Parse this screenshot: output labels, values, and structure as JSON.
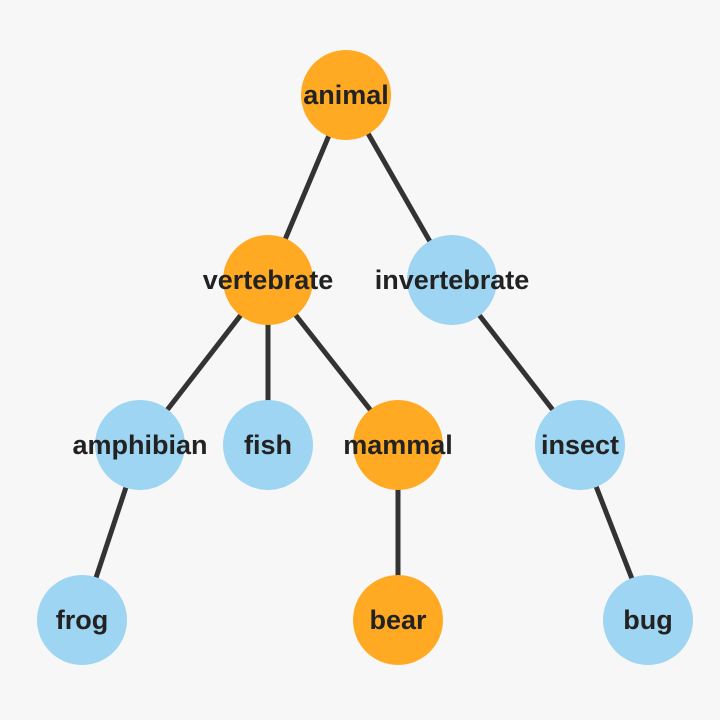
{
  "colors": {
    "highlight": "#FFAA22",
    "normal": "#9DD5F2",
    "edge": "#333333",
    "background": "#F7F7F7"
  },
  "nodes": [
    {
      "id": "animal",
      "label": "animal",
      "highlighted": true
    },
    {
      "id": "vertebrate",
      "label": "vertebrate",
      "highlighted": true
    },
    {
      "id": "invertebrate",
      "label": "invertebrate",
      "highlighted": false
    },
    {
      "id": "amphibian",
      "label": "amphibian",
      "highlighted": false
    },
    {
      "id": "fish",
      "label": "fish",
      "highlighted": false
    },
    {
      "id": "mammal",
      "label": "mammal",
      "highlighted": true
    },
    {
      "id": "insect",
      "label": "insect",
      "highlighted": false
    },
    {
      "id": "frog",
      "label": "frog",
      "highlighted": false
    },
    {
      "id": "bear",
      "label": "bear",
      "highlighted": true
    },
    {
      "id": "bug",
      "label": "bug",
      "highlighted": false
    }
  ],
  "edges": [
    [
      "animal",
      "vertebrate"
    ],
    [
      "animal",
      "invertebrate"
    ],
    [
      "vertebrate",
      "amphibian"
    ],
    [
      "vertebrate",
      "fish"
    ],
    [
      "vertebrate",
      "mammal"
    ],
    [
      "invertebrate",
      "insect"
    ],
    [
      "amphibian",
      "frog"
    ],
    [
      "mammal",
      "bear"
    ],
    [
      "insect",
      "bug"
    ]
  ]
}
